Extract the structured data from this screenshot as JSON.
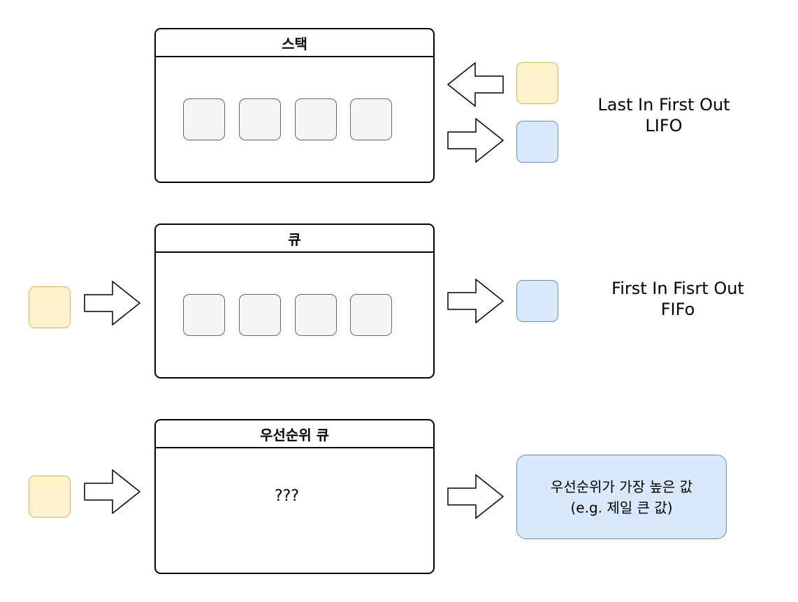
{
  "stack": {
    "title": "스택",
    "label_line1": "Last In First Out",
    "label_line2": "LIFO"
  },
  "queue": {
    "title": "큐",
    "label_line1": "First In Fisrt Out",
    "label_line2": "FIFo"
  },
  "priority_queue": {
    "title": "우선순위 큐",
    "body_text": "???",
    "result_line1": "우선순위가 가장 높은 값",
    "result_line2": "(e.g. 제일 큰 값)"
  },
  "colors": {
    "element_fill": "#f5f5f5",
    "element_stroke": "#666666",
    "incoming_fill": "#fff2cc",
    "incoming_stroke": "#d6b656",
    "outgoing_fill": "#dae8fc",
    "outgoing_stroke": "#6c8ebf"
  }
}
